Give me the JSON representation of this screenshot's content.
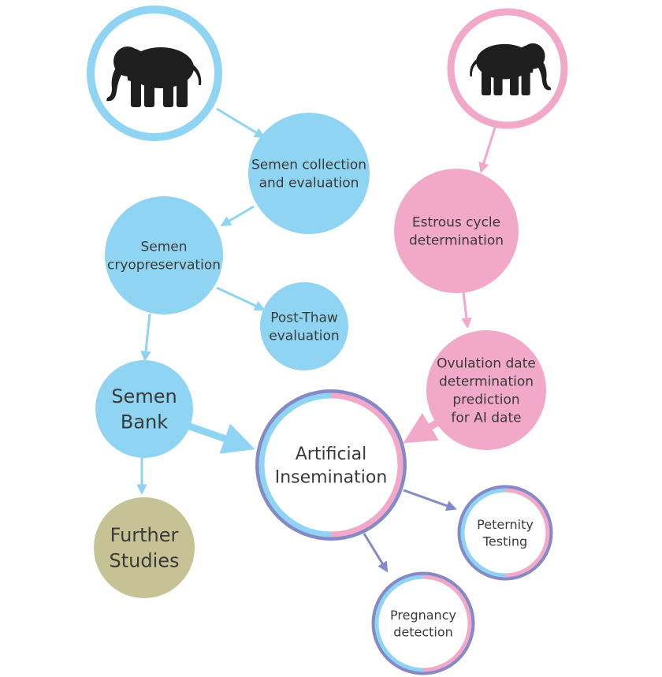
{
  "title": "ขั้นตอนการตรวจรับผสมเทียม",
  "subtitle": "Preparation of AI",
  "nodes": {
    "semen_collection": [
      "Semen collection",
      "and evaluation"
    ],
    "semen_cryo": [
      "Semen",
      "cryopreservation"
    ],
    "post_thaw": [
      "Post-Thaw",
      "evaluation"
    ],
    "semen_bank": [
      "Semen",
      "Bank"
    ],
    "further_studies": [
      "Further",
      "Studies"
    ],
    "estrous_cycle": [
      "Estrous cycle",
      "determination"
    ],
    "ovulation_date": [
      "Ovulation date",
      "determination",
      "prediction",
      "for AI date"
    ],
    "artificial_insemination": [
      "Artificial",
      "Insemination"
    ],
    "paternity_testing": [
      "Peternity",
      "Testing"
    ],
    "pregnancy_detection": [
      "Pregnancy",
      "detection"
    ]
  },
  "icons": {
    "male": "elephant-icon",
    "female": "elephant-icon"
  },
  "colors": {
    "blue": "#8fd4f2",
    "pink": "#f2a8c8",
    "purple": "#8489c8",
    "olive": "#c7c196",
    "text": "#3a3a3a",
    "elephant": "#1e1e1e"
  }
}
